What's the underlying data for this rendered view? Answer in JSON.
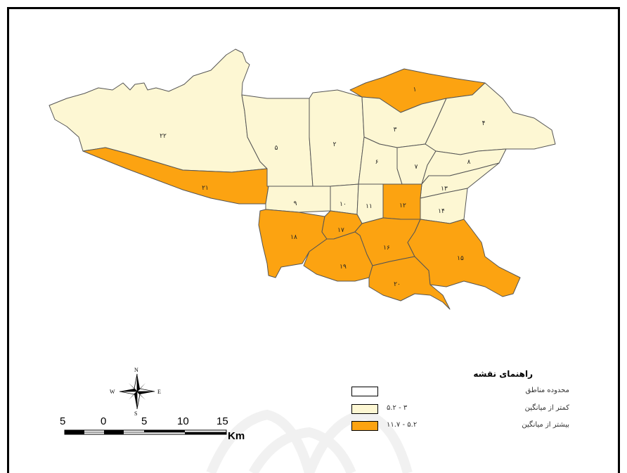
{
  "colors": {
    "low": "#fdf7d3",
    "high": "#fca311",
    "outline": "#555555",
    "background": "#ffffff"
  },
  "districts": [
    {
      "id": "1",
      "label": "۱",
      "class": "high"
    },
    {
      "id": "2",
      "label": "۲",
      "class": "low"
    },
    {
      "id": "3",
      "label": "۳",
      "class": "low"
    },
    {
      "id": "4",
      "label": "۴",
      "class": "low"
    },
    {
      "id": "5",
      "label": "۵",
      "class": "low"
    },
    {
      "id": "6",
      "label": "۶",
      "class": "low"
    },
    {
      "id": "7",
      "label": "۷",
      "class": "low"
    },
    {
      "id": "8",
      "label": "۸",
      "class": "low"
    },
    {
      "id": "9",
      "label": "۹",
      "class": "low"
    },
    {
      "id": "10",
      "label": "۱۰",
      "class": "low"
    },
    {
      "id": "11",
      "label": "۱۱",
      "class": "low"
    },
    {
      "id": "12",
      "label": "۱۲",
      "class": "high"
    },
    {
      "id": "13",
      "label": "۱۳",
      "class": "low"
    },
    {
      "id": "14",
      "label": "۱۴",
      "class": "low"
    },
    {
      "id": "15",
      "label": "۱۵",
      "class": "high"
    },
    {
      "id": "16",
      "label": "۱۶",
      "class": "high"
    },
    {
      "id": "17",
      "label": "۱۷",
      "class": "high"
    },
    {
      "id": "18",
      "label": "۱۸",
      "class": "high"
    },
    {
      "id": "19",
      "label": "۱۹",
      "class": "high"
    },
    {
      "id": "20",
      "label": "۲۰",
      "class": "high"
    },
    {
      "id": "21",
      "label": "۲۱",
      "class": "high"
    },
    {
      "id": "22",
      "label": "۲۲",
      "class": "low"
    }
  ],
  "legend": {
    "title": "راهنمای نقشه",
    "items": [
      {
        "key": "boundary",
        "desc": "محدوده مناطق",
        "range": ""
      },
      {
        "key": "low",
        "desc": "کمتر از میانگین",
        "range": "۳ - ۵.۲"
      },
      {
        "key": "high",
        "desc": "بیشتر از میانگین",
        "range": "۵.۲ - ۱۱.۷"
      }
    ]
  },
  "compass": {
    "n": "N",
    "s": "S",
    "e": "E",
    "w": "W"
  },
  "scale_bar": {
    "ticks": [
      "5",
      "0",
      "5",
      "10",
      "15"
    ],
    "unit": "Km"
  }
}
